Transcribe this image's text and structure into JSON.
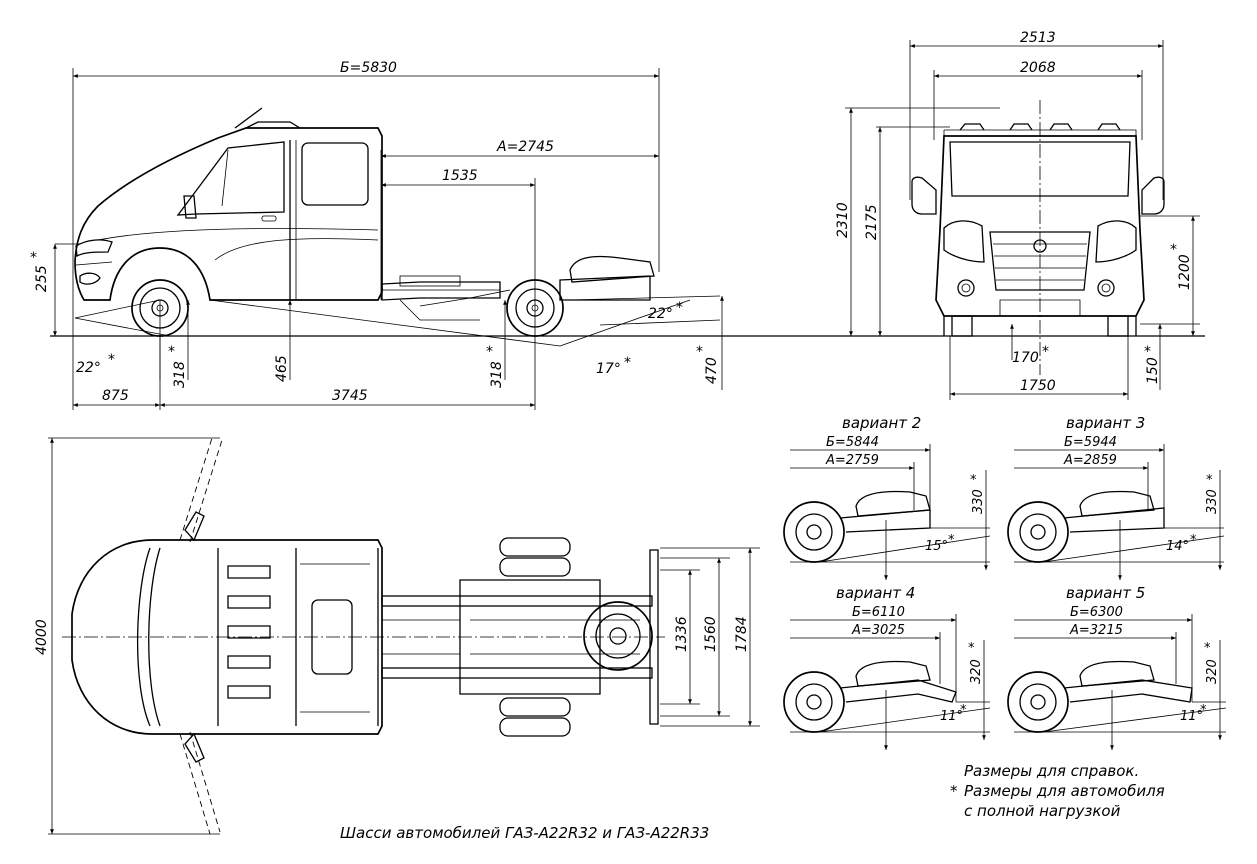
{
  "side_view": {
    "overall_length": "Б=5830",
    "rear_overhang": "А=2745",
    "frame_to_axle": "1535",
    "front_overhang": "875",
    "wheelbase": "3745",
    "front_height": "255",
    "front_angle": "22°",
    "front_axle_clearance": "318",
    "frame_height": "465",
    "rear_axle_clearance": "318",
    "break_angle": "17°",
    "rear_angle": "22°",
    "frame_top_height": "470",
    "star": "*"
  },
  "front_view": {
    "mirror_width": "2513",
    "body_width": "2068",
    "height_overall": "2310",
    "height_cab": "2175",
    "height_1200": "1200",
    "clearance_center": "170",
    "clearance_side": "150",
    "track": "1750",
    "star": "*"
  },
  "top_view": {
    "door_swing": "4000",
    "frame_width": "1336",
    "rear_track": "1560",
    "width_wheels": "1784"
  },
  "variants": [
    {
      "title": "вариант 2",
      "b": "Б=5844",
      "a": "А=2759",
      "h": "330",
      "angle": "15°"
    },
    {
      "title": "вариант 3",
      "b": "Б=5944",
      "a": "А=2859",
      "h": "330",
      "angle": "14°"
    },
    {
      "title": "вариант 4",
      "b": "Б=6110",
      "a": "А=3025",
      "h": "320",
      "angle": "11°"
    },
    {
      "title": "вариант 5",
      "b": "Б=6300",
      "a": "А=3215",
      "h": "320",
      "angle": "11°"
    }
  ],
  "notes": {
    "line1": "Размеры для справок.",
    "line2": "Размеры для автомобиля",
    "line3": "с полной нагрузкой",
    "star": "*"
  },
  "caption": "Шасси автомобилей ГАЗ-А22R32 и ГАЗ-А22R33"
}
